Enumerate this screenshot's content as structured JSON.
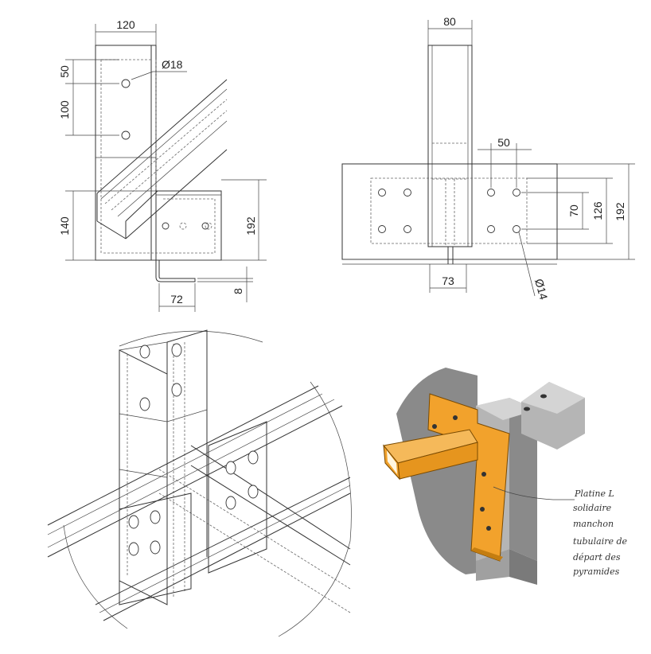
{
  "side_view": {
    "dims": {
      "width": "120",
      "top_offset": "50",
      "hole_spacing": "100",
      "hole_dia": "Ø18",
      "lower_height": "140",
      "total_height": "192",
      "bottom_offset": "8",
      "plate_width": "72"
    }
  },
  "front_view": {
    "dims": {
      "tube_width": "80",
      "hole_spacing_h": "50",
      "hole_spacing_v": "70",
      "inner_height": "126",
      "plate_height": "192",
      "slot_width": "73",
      "hole_dia": "Ø14"
    }
  },
  "render_view": {
    "note_lines": [
      "Platine L",
      "solidaire",
      "manchon",
      "tubulaire de",
      "départ des",
      "pyramides"
    ],
    "colors": {
      "plate": "#f2a22c",
      "steel": "#b5b5b5",
      "steel_dark": "#8a8a8a",
      "steel_light": "#d4d4d4"
    }
  }
}
